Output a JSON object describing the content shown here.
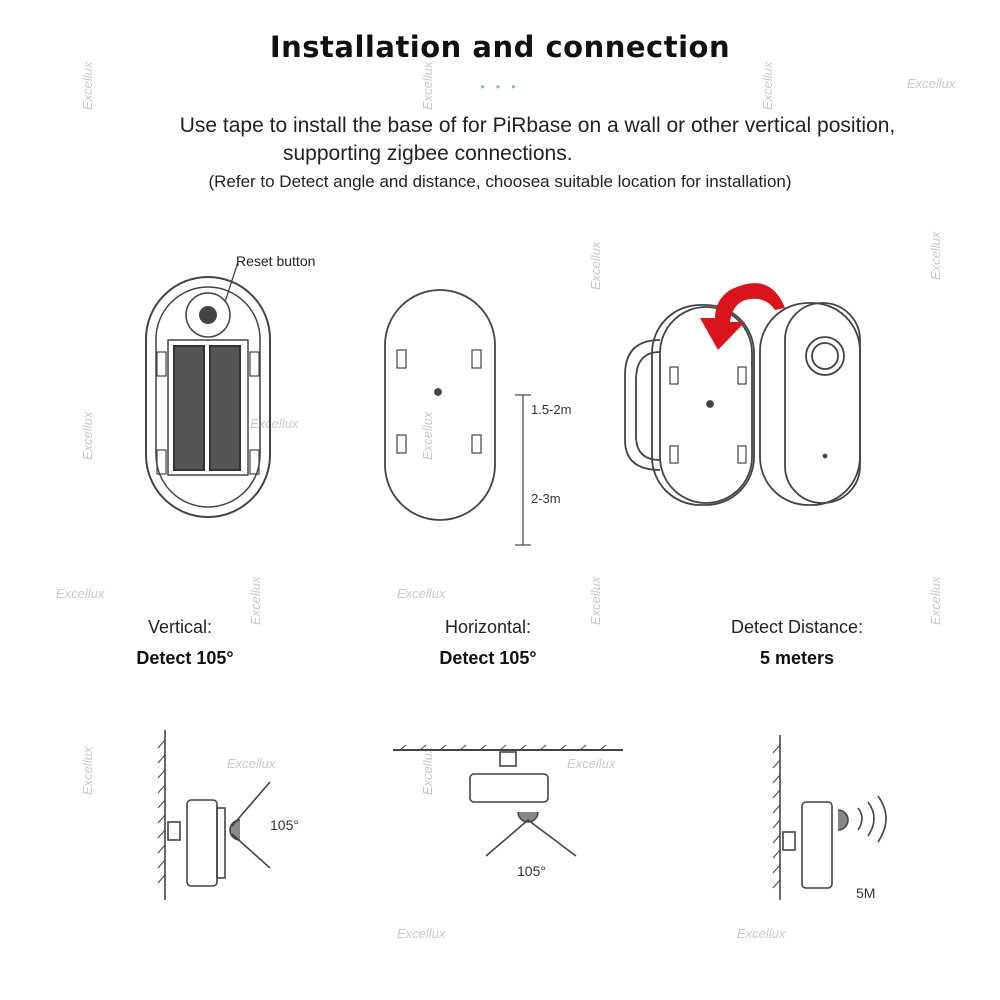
{
  "header": {
    "title": "Installation and connection",
    "dots": "• • •",
    "description_line1": "Use tape to install the base of  for PiRbase on a wall or other vertical position,",
    "description_line2": "supporting zigbee connections.",
    "description_line3": "(Refer to Detect angle and distance, choosea suitable location for installation)"
  },
  "diagrams": {
    "reset_button_label": "Reset button",
    "height_upper": "1.5-2m",
    "height_lower": "2-3m",
    "vertical_angle": "105°",
    "horizontal_angle": "105°",
    "distance": "5M"
  },
  "specs": [
    {
      "label": "Vertical:",
      "value": "Detect 105°"
    },
    {
      "label": "Horizontal:",
      "value": "Detect 105°"
    },
    {
      "label": "Detect Distance:",
      "value": "5 meters"
    }
  ],
  "watermark": "Excellux",
  "colors": {
    "arrow": "#d9141c",
    "dots": "#7fb7a8",
    "line": "#555555"
  }
}
